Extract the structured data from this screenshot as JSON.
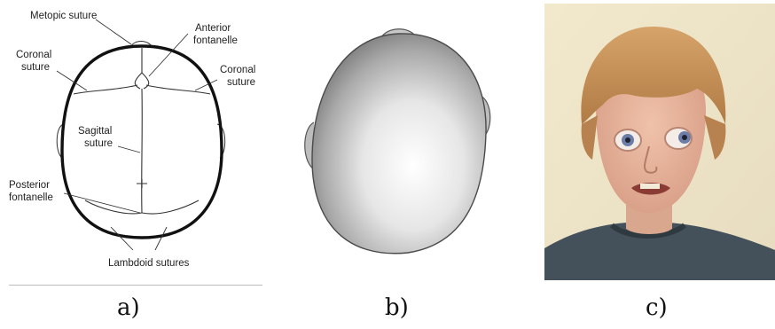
{
  "panel_a": {
    "labels": {
      "metopic": "Metopic suture",
      "anterior_1": "Anterior",
      "anterior_2": "fontanelle",
      "coronal_left_1": "Coronal",
      "coronal_left_2": "suture",
      "coronal_right_1": "Coronal",
      "coronal_right_2": "suture",
      "sagittal_1": "Sagittal",
      "sagittal_2": "suture",
      "posterior_1": "Posterior",
      "posterior_2": "fontanelle",
      "lambdoid": "Lambdoid sutures"
    },
    "caption": "a)"
  },
  "panel_b": {
    "caption": "b)"
  },
  "panel_c": {
    "caption": "c)"
  },
  "colors": {
    "skull_outline": "#111111",
    "suture_line": "#333333",
    "photo_background": "#efe6c8",
    "hair": "#c48a50",
    "skin": "#e8b49c",
    "sweater": "#44505a"
  }
}
